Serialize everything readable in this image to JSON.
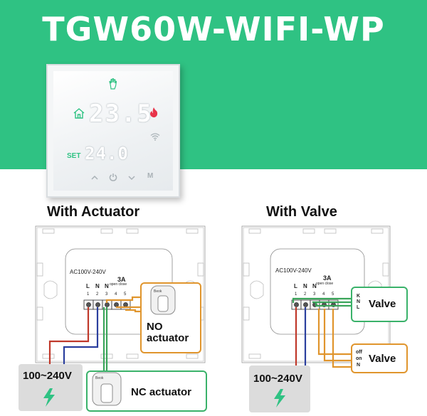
{
  "title": "TGW60W-WIFI-WP",
  "device": {
    "temperature": "23.5",
    "set_label": "SET",
    "set_temperature": "24.0",
    "icons": [
      "hand-icon",
      "home-icon",
      "flame-icon",
      "wifi-icon",
      "up-arrow-icon",
      "power-icon",
      "down-arrow-icon",
      "mode-icon"
    ],
    "mode_button_label": "M"
  },
  "left_diagram": {
    "heading": "With Actuator",
    "voltage_label": "AC100V-240V",
    "current_label": "3A",
    "open_close_label": "open close",
    "terminal_letters": [
      "L",
      "N",
      "N"
    ],
    "terminal_numbers": [
      "1",
      "2",
      "3",
      "4",
      "5"
    ],
    "no_actuator_label_line1": "NO",
    "no_actuator_label_line2": "actuator",
    "nc_actuator_label": "NC actuator",
    "actuator_brand": "Beok",
    "supply_label": "100~240V"
  },
  "right_diagram": {
    "heading": "With Valve",
    "voltage_label": "AC100V-240V",
    "current_label": "3A",
    "open_close_label": "open close",
    "terminal_letters": [
      "L",
      "N",
      "N"
    ],
    "terminal_numbers": [
      "1",
      "2",
      "3",
      "4",
      "5"
    ],
    "valve_top_label": "Valve",
    "valve_top_pins": [
      "K",
      "N",
      "L"
    ],
    "valve_bottom_label": "Valve",
    "valve_bottom_pins": [
      "off",
      "on",
      "N"
    ],
    "supply_label": "100~240V"
  },
  "colors": {
    "brand_green": "#2fc283",
    "wire_red": "#c0392b",
    "wire_blue": "#2b3f9e",
    "wire_green": "#3aa55a",
    "wire_orange": "#e0952d",
    "box_green": "#3ab26a",
    "box_orange": "#e0952d"
  }
}
